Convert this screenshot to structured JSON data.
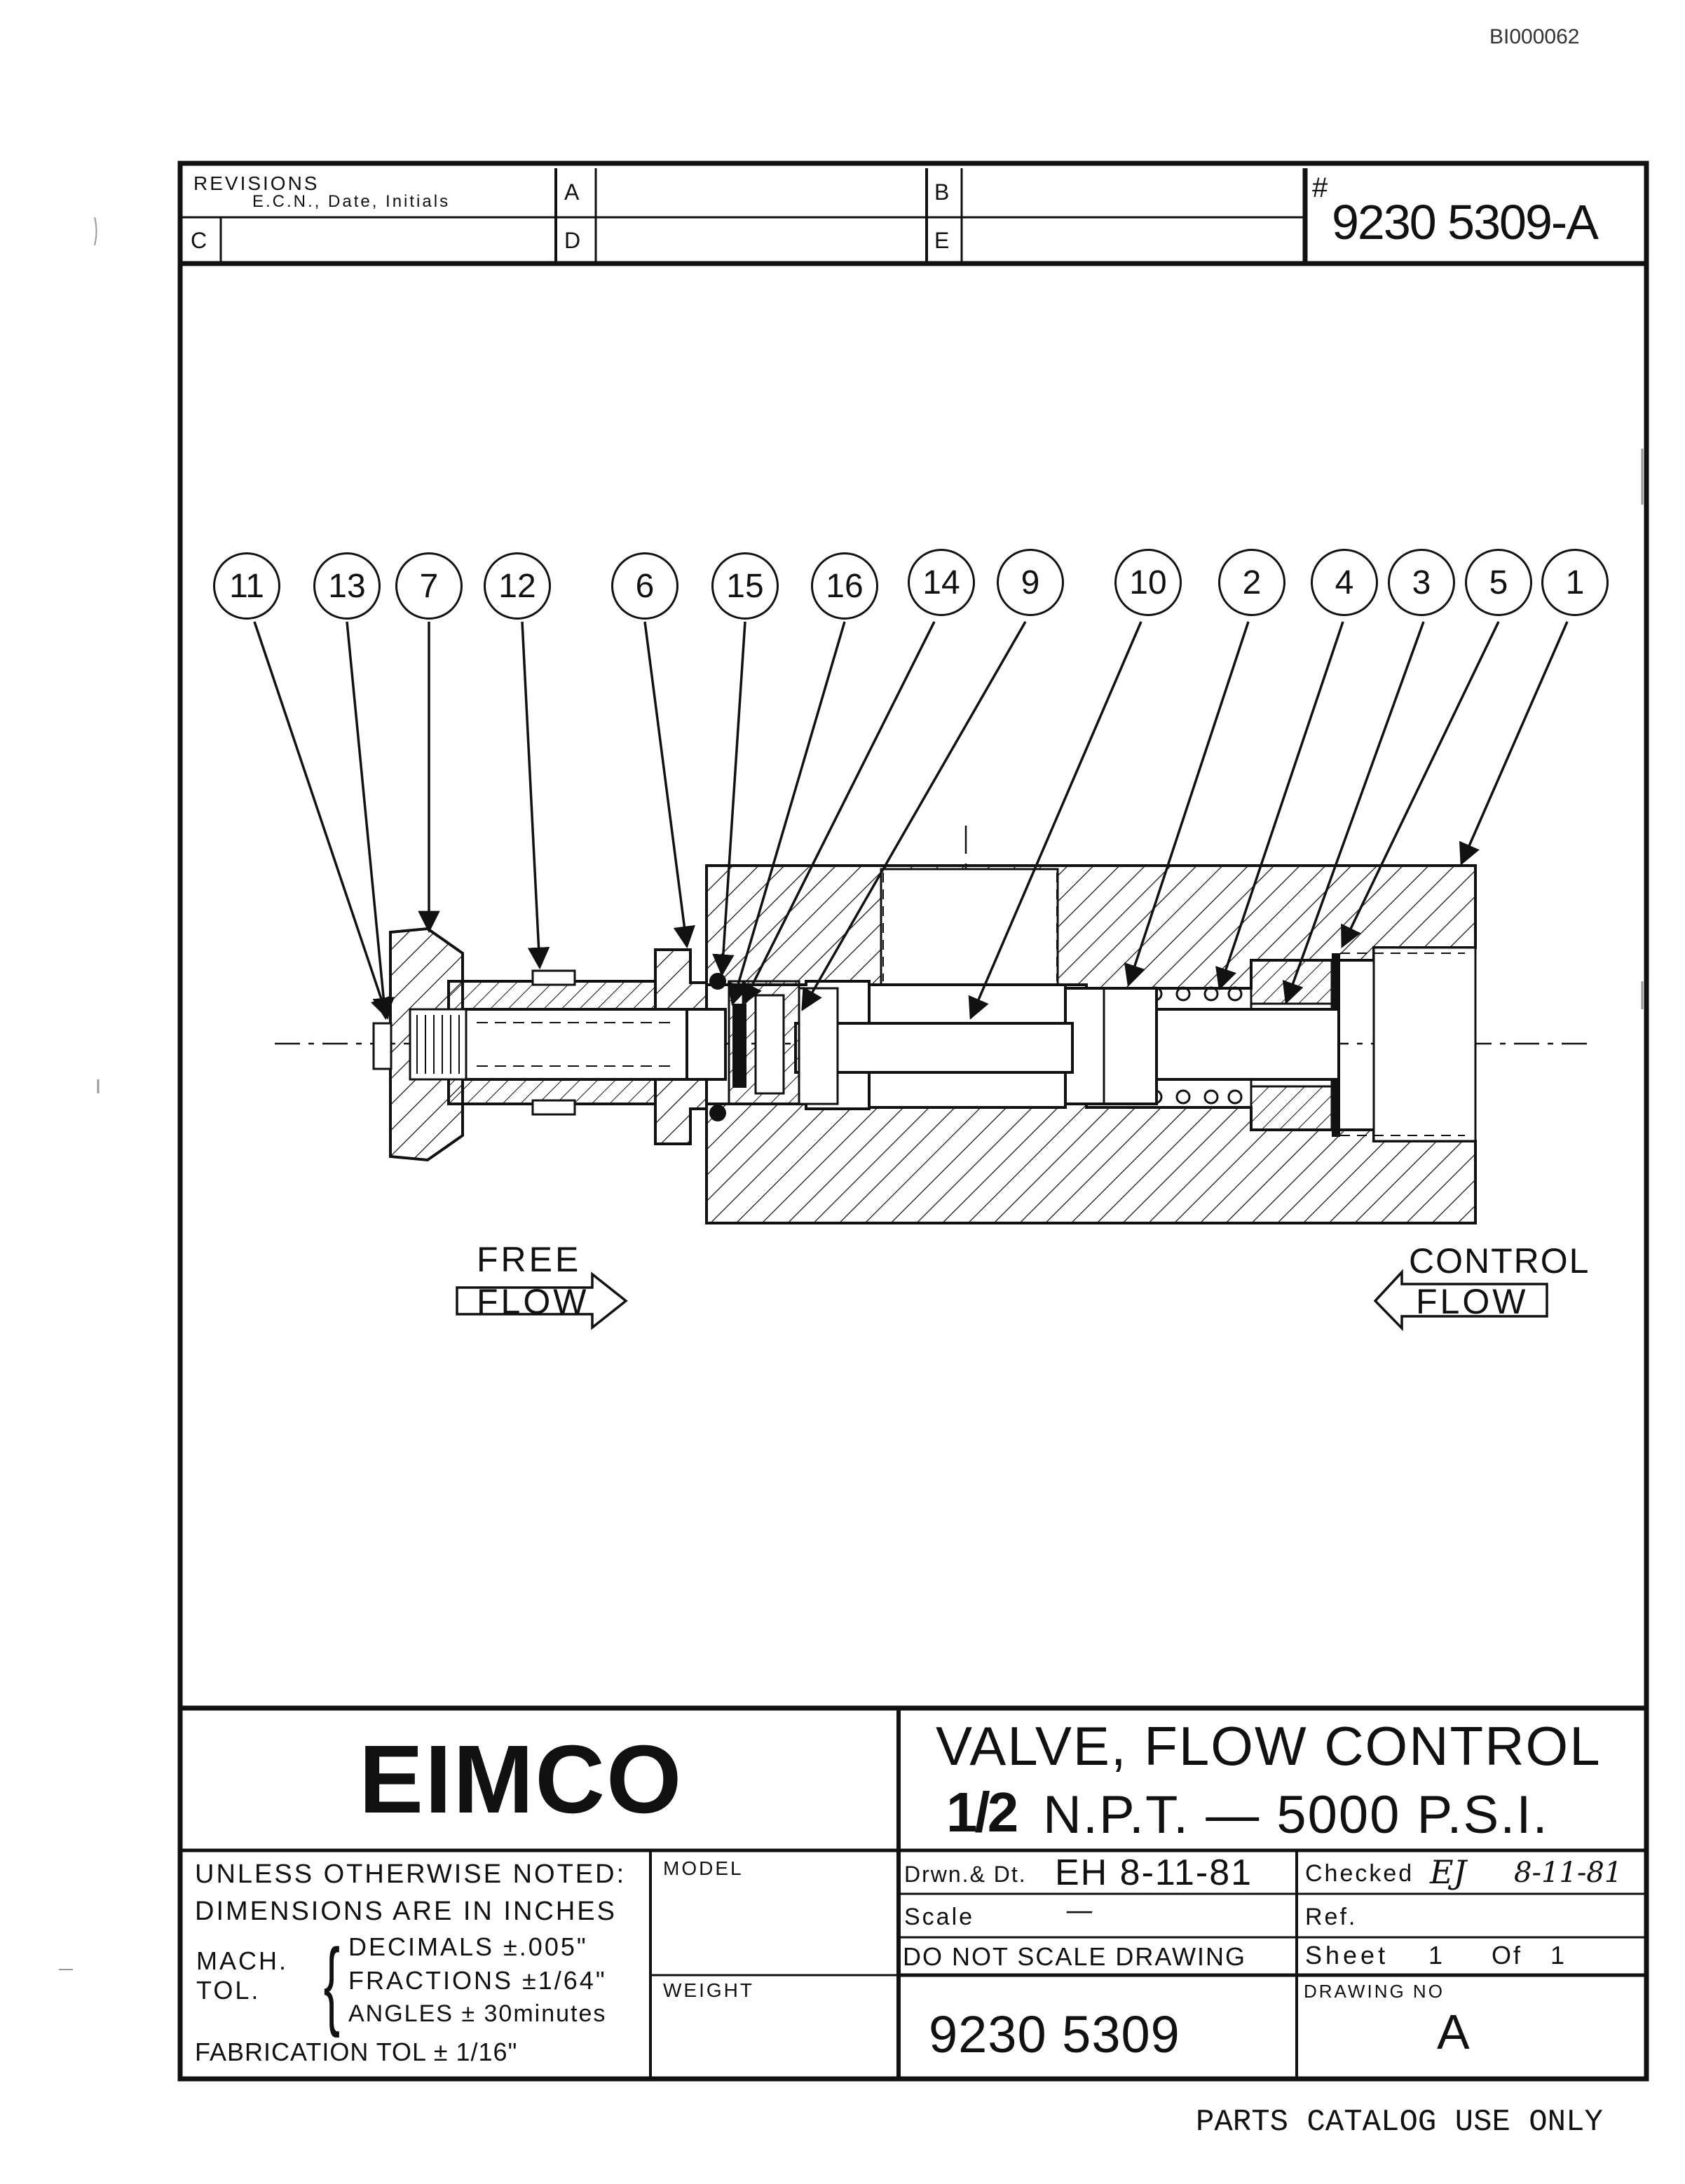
{
  "doc_id": "BI000062",
  "revisions": {
    "title": "REVISIONS",
    "subtitle": "E.C.N., Date, Initials",
    "slots": [
      "A",
      "B",
      "C",
      "D",
      "E"
    ]
  },
  "drawing_number_header": "9230 5309-A",
  "drawing_number_hash": "#",
  "callouts": [
    "11",
    "13",
    "7",
    "12",
    "6",
    "15",
    "16",
    "14",
    "9",
    "10",
    "2",
    "4",
    "3",
    "5",
    "1"
  ],
  "free_flow": {
    "line1": "FREE",
    "line2": "FLOW"
  },
  "control_flow": {
    "line1": "CONTROL",
    "line2": "FLOW"
  },
  "title_block": {
    "company": "EIMCO",
    "title_line1": "VALVE, FLOW  CONTROL",
    "title_line2_big": "1/2",
    "title_line2_rest": "N.P.T. — 5000  P.S.I.",
    "notes_line1": "UNLESS OTHERWISE NOTED:",
    "notes_line2": "DIMENSIONS ARE IN INCHES",
    "mach": "MACH.",
    "tol": "TOL.",
    "decimals": "DECIMALS ±.005\"",
    "fractions": "FRACTIONS ±1/64\"",
    "angles": "ANGLES ± 30minutes",
    "fabrication": "FABRICATION TOL ± 1/16\"",
    "model_label": "MODEL",
    "weight_label": "WEIGHT",
    "drawn_label": "Drwn.& Dt.",
    "drawn_value": "EH 8-11-81",
    "checked_label": "Checked",
    "checked_value": "8-11-81",
    "checked_initials": "EJ",
    "scale_label": "Scale",
    "scale_value": "—",
    "ref_label": "Ref.",
    "no_scale": "DO NOT SCALE DRAWING",
    "sheet_label": "Sheet",
    "sheet_num": "1",
    "sheet_of": "Of",
    "sheet_total": "1",
    "drawing_no_label": "DRAWING NO",
    "part_number": "9230 5309",
    "revision_letter": "A"
  },
  "footer": "PARTS CATALOG USE ONLY"
}
